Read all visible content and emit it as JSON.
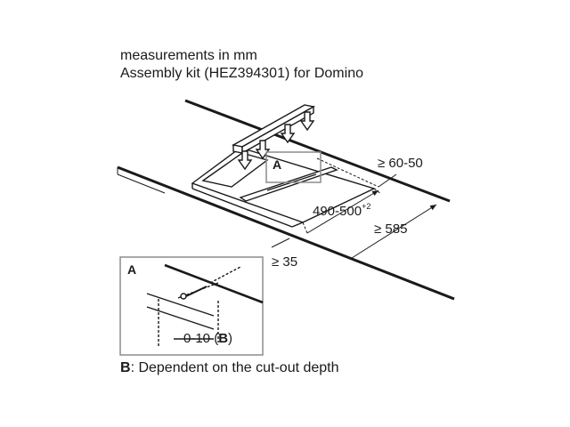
{
  "header": {
    "line1": "measurements in mm",
    "line2": "Assembly kit (HEZ394301) for Domino"
  },
  "dimensions": {
    "back_offset": "≥ 60-50",
    "cutout_width": "490-500",
    "cutout_width_tolerance": "+2",
    "cutout_depth": "≥ 585",
    "front_offset": "≥ 35"
  },
  "callout": {
    "marker": "A",
    "detail_label": "A",
    "detail_dim_prefix": "0-10 (",
    "detail_dim_key": "B",
    "detail_dim_suffix": ")"
  },
  "footer": {
    "key": "B",
    "text": ": Dependent on the cut-out depth"
  },
  "colors": {
    "line": "#1a1a1a",
    "callout_frame": "#8c8c8c"
  }
}
